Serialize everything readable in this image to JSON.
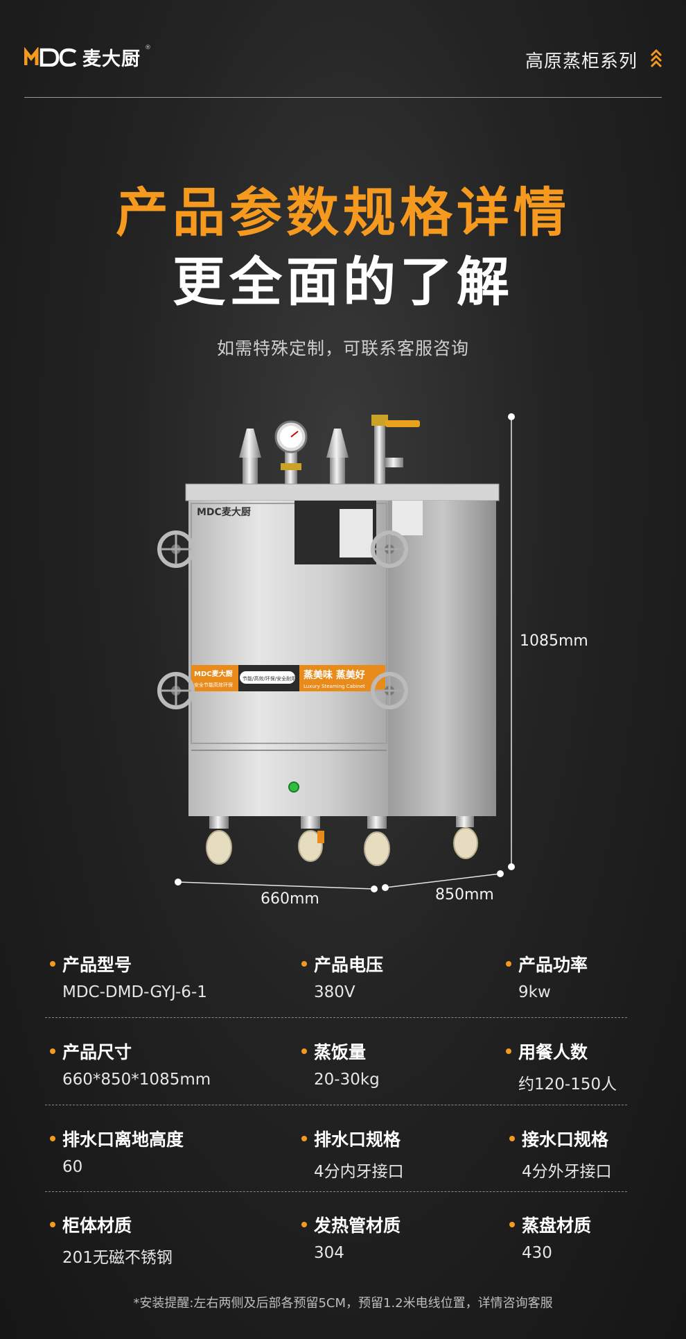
{
  "brand": {
    "latin": "MDC",
    "cn": "麦大厨",
    "reg": "®"
  },
  "header": {
    "series": "高原蒸柜系列"
  },
  "title": {
    "line1": "产品参数规格详情",
    "line2": "更全面的了解"
  },
  "subtitle": "如需特殊定制，可联系客服咨询",
  "product_image": {
    "cabinet_logo": "MDC麦大厨",
    "panel_brand": "MDC麦大厨",
    "panel_tagline": "安全节能高效环保",
    "panel_features": "节能/高效/环保/安全耐用",
    "panel_slogan": "蒸美味 蒸美好",
    "panel_slogan_en": "Luxury Steaming Cabinet",
    "icons": [
      "pressure-gauge-icon",
      "valve-handwheel-icon",
      "caster-wheel-icon",
      "power-indicator-icon"
    ]
  },
  "dimensions": {
    "height": "1085mm",
    "width": "660mm",
    "depth": "850mm"
  },
  "specs": [
    {
      "label": "产品型号",
      "value": "MDC-DMD-GYJ-6-1"
    },
    {
      "label": "产品电压",
      "value": "380V"
    },
    {
      "label": "产品功率",
      "value": "9kw"
    },
    {
      "label": "产品尺寸",
      "value": "660*850*1085mm"
    },
    {
      "label": "蒸饭量",
      "value": "20-30kg"
    },
    {
      "label": "用餐人数",
      "value": "约120-150人"
    },
    {
      "label": "排水口离地高度",
      "value": "60"
    },
    {
      "label": "排水口规格",
      "value": "4分内牙接口"
    },
    {
      "label": "接水口规格",
      "value": "4分外牙接口"
    },
    {
      "label": "柜体材质",
      "value": "201无磁不锈钢"
    },
    {
      "label": "发热管材质",
      "value": "304"
    },
    {
      "label": "蒸盘材质",
      "value": "430"
    }
  ],
  "note": "*安装提醒:左右两侧及后部各预留5CM，预留1.2米电线位置，详情咨询客服",
  "colors": {
    "accent": "#f59a1f",
    "background": "#1f1f1f"
  }
}
